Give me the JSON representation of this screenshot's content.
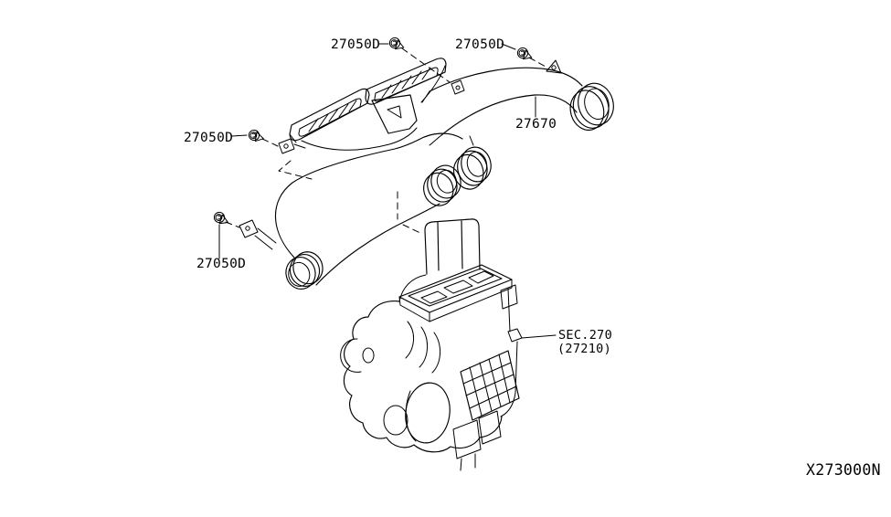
{
  "figure": {
    "code": "X273000N",
    "background_color": "#ffffff",
    "line_color": "#000000"
  },
  "labels": {
    "screw_top_left": "27050D",
    "screw_top_right": "27050D",
    "screw_mid_left": "27050D",
    "screw_bottom_left": "27050D",
    "side_defroster_duct": "27670",
    "heater_section": "SEC.270",
    "heater_section_code": "(27210)"
  },
  "icons": {
    "screw_icon": "push-screw-fastener"
  }
}
